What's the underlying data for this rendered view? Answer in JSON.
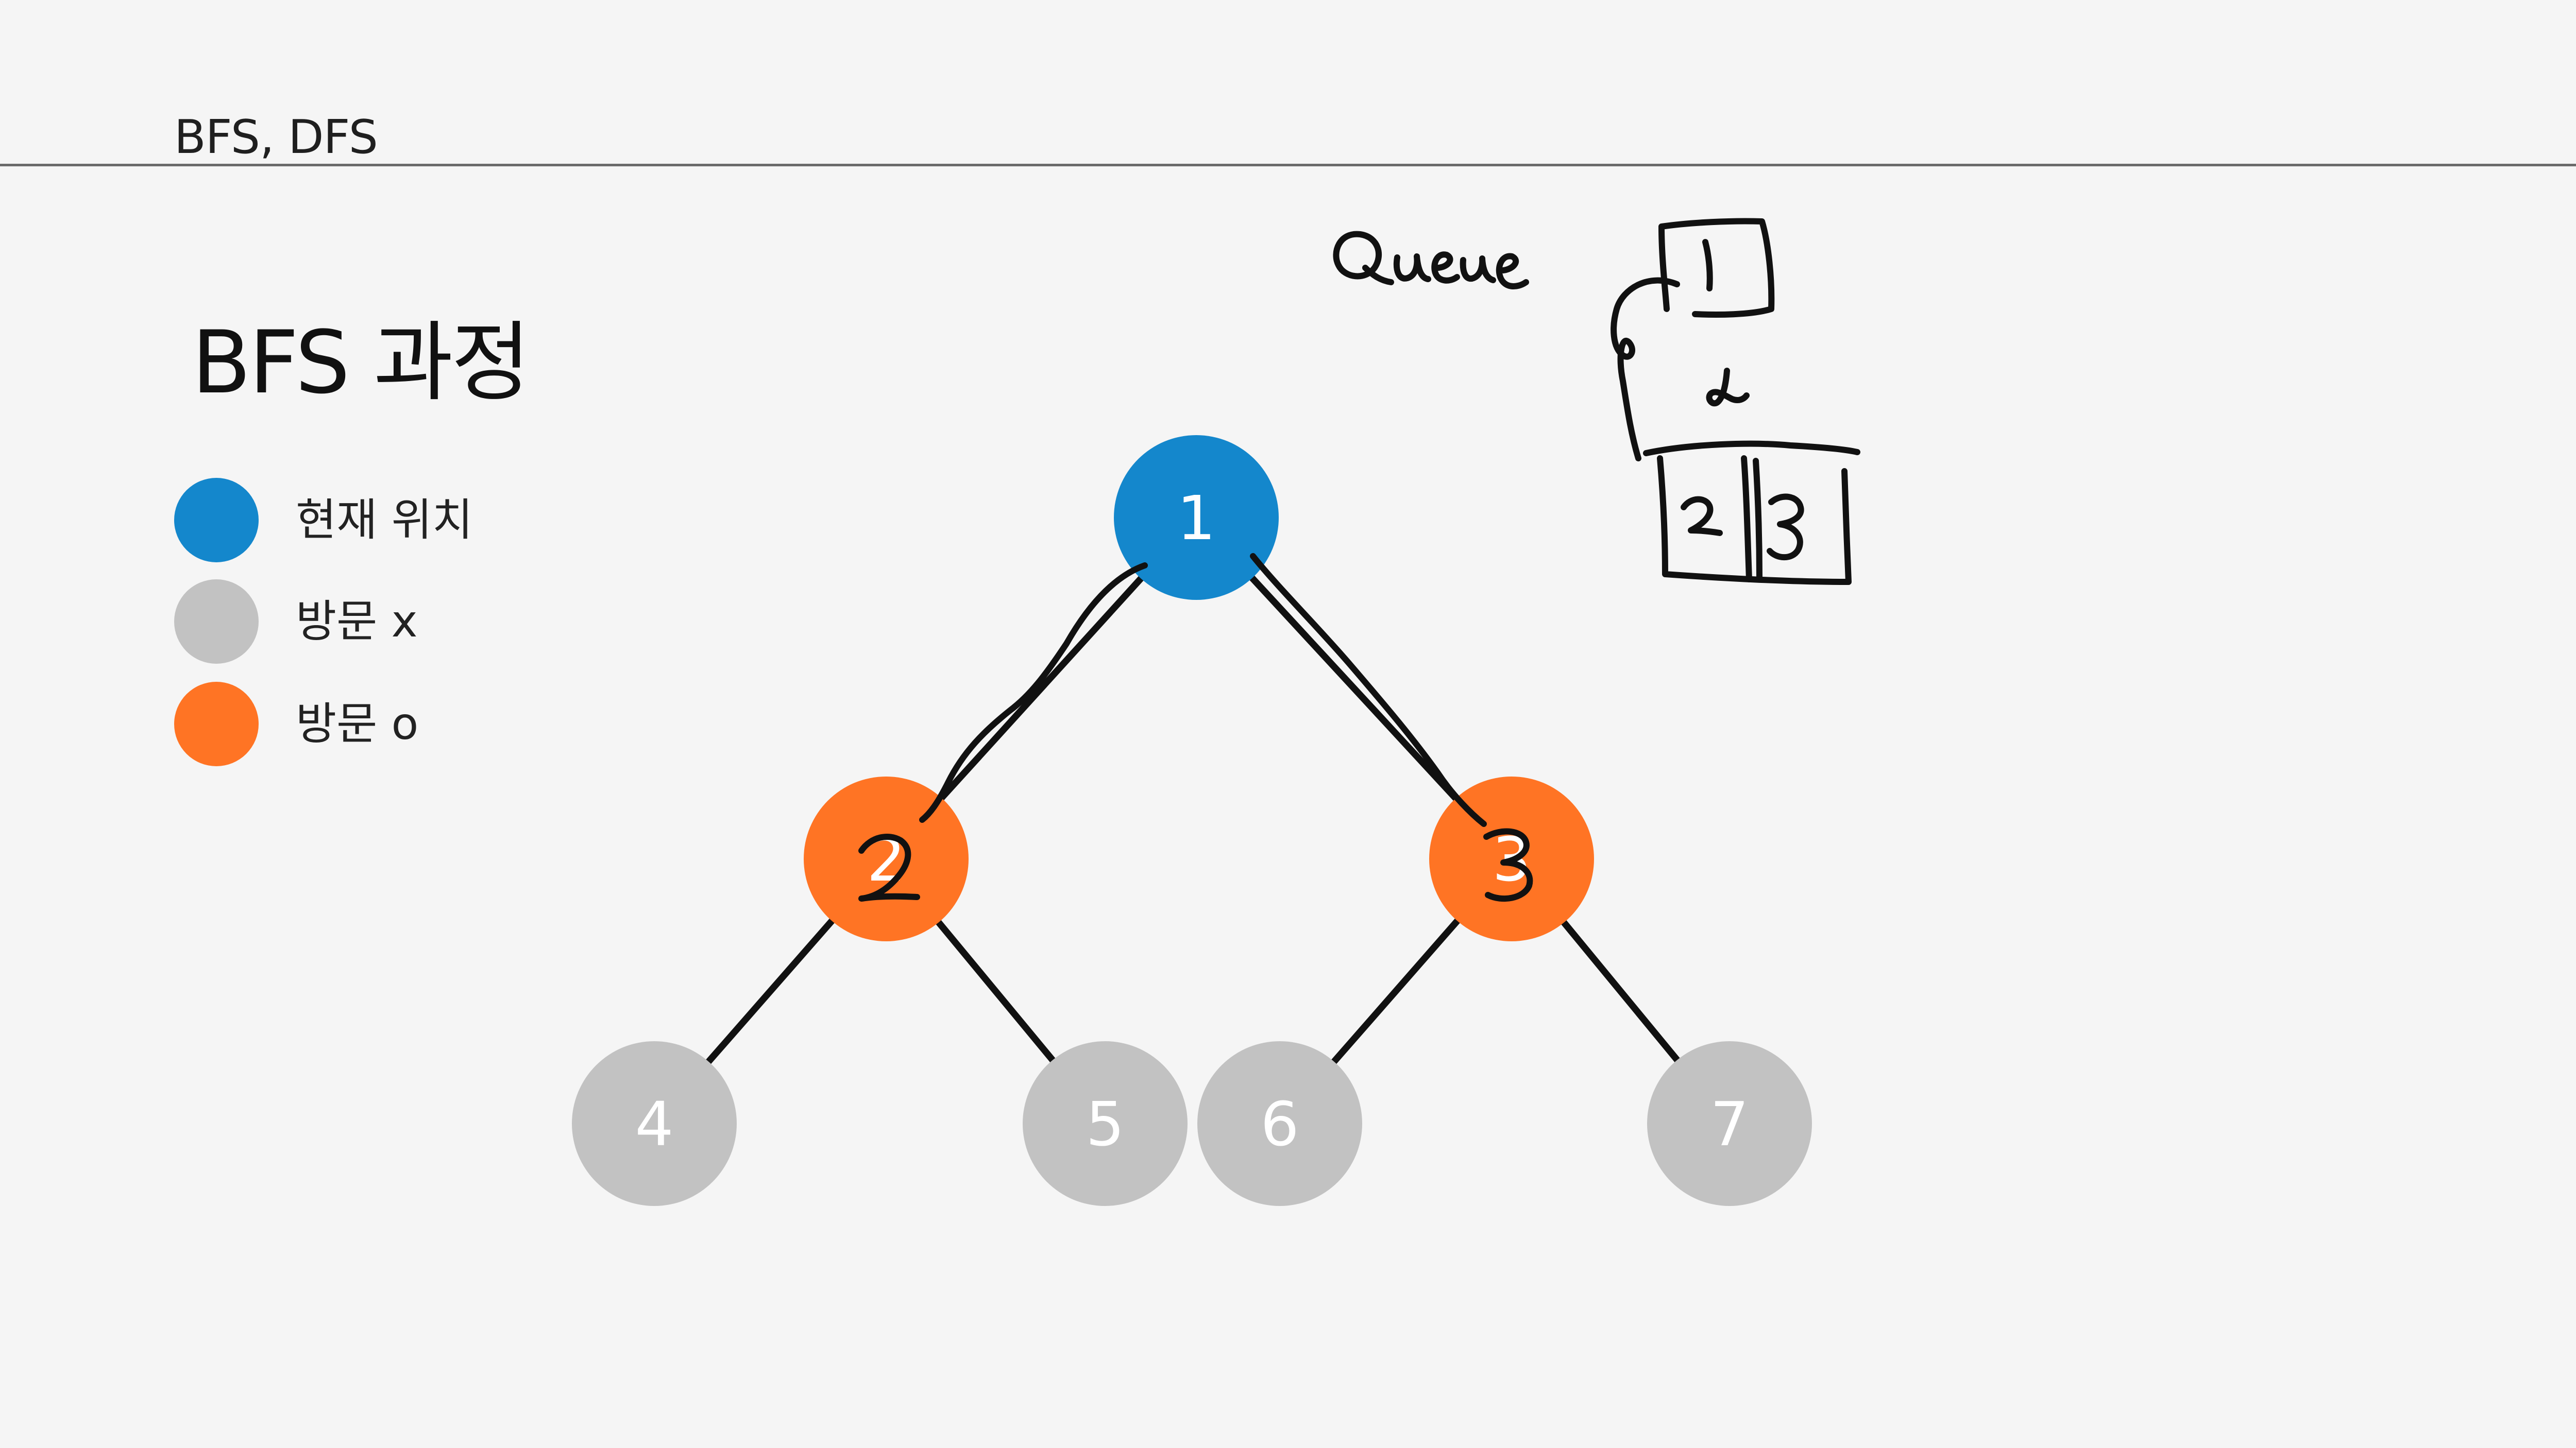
{
  "header": {
    "title": "BFS, DFS"
  },
  "section": {
    "title": "BFS 과정"
  },
  "legend": [
    {
      "label": "현재 위치",
      "color": "#1487cc"
    },
    {
      "label": "방문 x",
      "color": "#c2c2c2"
    },
    {
      "label": "방문 o",
      "color": "#ff7424"
    }
  ],
  "tree": {
    "nodes": [
      {
        "id": "1",
        "label": "1",
        "state": "current"
      },
      {
        "id": "2",
        "label": "2",
        "state": "visited"
      },
      {
        "id": "3",
        "label": "3",
        "state": "visited"
      },
      {
        "id": "4",
        "label": "4",
        "state": "unvisited"
      },
      {
        "id": "5",
        "label": "5",
        "state": "unvisited"
      },
      {
        "id": "6",
        "label": "6",
        "state": "unvisited"
      },
      {
        "id": "7",
        "label": "7",
        "state": "unvisited"
      }
    ],
    "edges": [
      [
        "1",
        "2"
      ],
      [
        "1",
        "3"
      ],
      [
        "2",
        "4"
      ],
      [
        "2",
        "5"
      ],
      [
        "3",
        "6"
      ],
      [
        "3",
        "7"
      ]
    ]
  },
  "colors": {
    "current": "#1487cc",
    "unvisited": "#c2c2c2",
    "visited": "#ff7424",
    "edge": "#111111",
    "ink": "#111111"
  },
  "annotation": {
    "label": "Queue",
    "queue_before": [
      "1"
    ],
    "queue_after": [
      "2",
      "3"
    ],
    "node_marks": [
      "2",
      "3"
    ]
  }
}
